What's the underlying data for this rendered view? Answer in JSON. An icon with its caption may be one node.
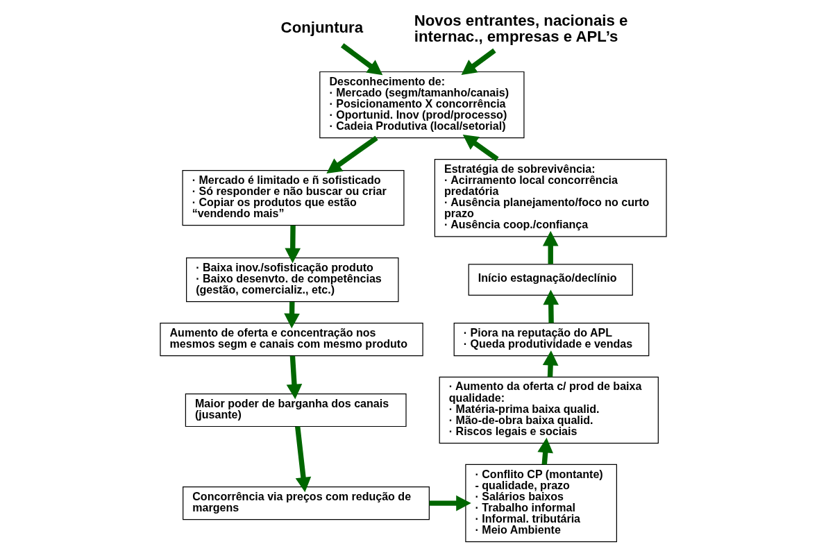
{
  "diagram": {
    "nodes": [
      {
        "text": [
          "Conjuntura"
        ]
      },
      {
        "text": [
          "Novos entrantes, nacionais e internac., empresas e APL’s"
        ]
      },
      {
        "text": [
          "Desconhecimento de:",
          "· Mercado (segm/tamanho/canais)",
          "· Posicionamento X concorrência",
          "· Oportunid. Inov (prod/processo)",
          "· Cadeia Produtiva (local/setorial)"
        ]
      },
      {
        "text": [
          "· Mercado é limitado e ñ sofisticado",
          "· Só responder e não buscar ou criar",
          "· Copiar os produtos que estão “vendendo mais”"
        ]
      },
      {
        "text": [
          "· Baixa inov./sofisticação produto",
          "· Baixo desenvto. de competências (gestão, comercializ., etc.)"
        ]
      },
      {
        "text": [
          "Aumento de oferta e concentração nos mesmos segm e canais com mesmo produto"
        ]
      },
      {
        "text": [
          "Maior poder de barganha dos canais (jusante)"
        ]
      },
      {
        "text": [
          "Concorrência via preços com redução de margens"
        ]
      },
      {
        "text": [
          "· Conflito CP (montante)",
          "- qualidade, prazo",
          "· Salários baixos",
          "· Trabalho informal",
          "· Informal. tributária",
          "· Meio Ambiente"
        ]
      },
      {
        "text": [
          "· Aumento da oferta c/ prod de baixa qualidade:",
          "· Matéria-prima baixa qualid.",
          "· Mão-de-obra baixa qualid.",
          "· Riscos legais e sociais"
        ]
      },
      {
        "text": [
          "· Piora na reputação do APL",
          "· Queda produtividade e vendas"
        ]
      },
      {
        "text": [
          "Início estagnação/declínio"
        ]
      },
      {
        "text": [
          "Estratégia de sobrevivência:",
          "· Acirramento local concorrência predatória",
          "· Ausência planejamento/foco no curto prazo",
          "· Ausência coop./confiança"
        ]
      }
    ],
    "edges": [
      {
        "from": 0,
        "to": 2,
        "arrow": "to"
      },
      {
        "from": 1,
        "to": 2,
        "arrow": "to"
      },
      {
        "from": 2,
        "to": 3,
        "arrow": "to"
      },
      {
        "from": 3,
        "to": 4,
        "arrow": "to"
      },
      {
        "from": 4,
        "to": 5,
        "arrow": "to"
      },
      {
        "from": 5,
        "to": 6,
        "arrow": "to"
      },
      {
        "from": 6,
        "to": 7,
        "arrow": "to"
      },
      {
        "from": 7,
        "to": 8,
        "arrow": "to"
      },
      {
        "from": 8,
        "to": 9,
        "arrow": "to"
      },
      {
        "from": 9,
        "to": 10,
        "arrow": "to"
      },
      {
        "from": 10,
        "to": 11,
        "arrow": "to"
      },
      {
        "from": 11,
        "to": 12,
        "arrow": "to"
      },
      {
        "from": 12,
        "to": 2,
        "arrow": "to"
      }
    ]
  }
}
